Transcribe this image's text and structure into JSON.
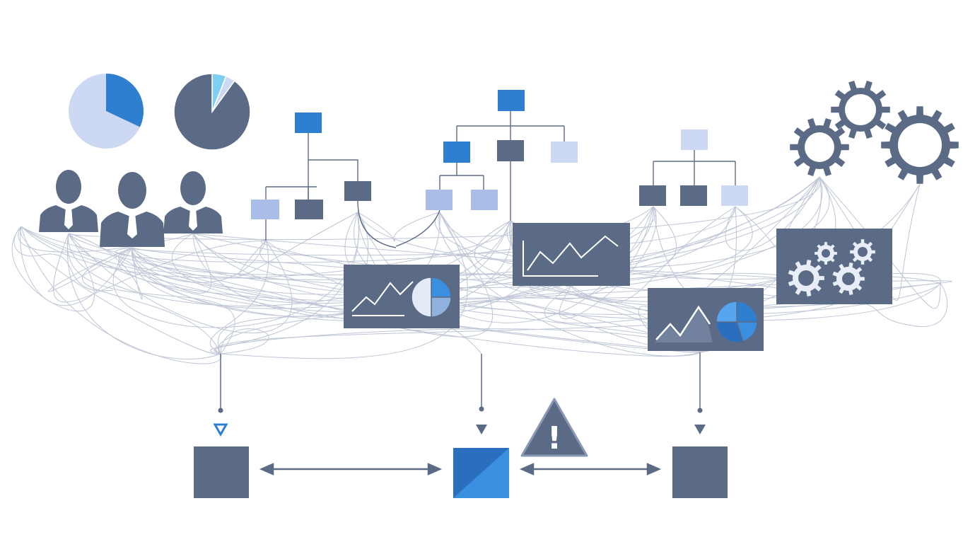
{
  "colors": {
    "slate": "#5b6b86",
    "slate_dark": "#4f5f7a",
    "blue": "#2f7fd0",
    "blue_bright": "#3a8fe0",
    "blue_light": "#a9bde6",
    "blue_pale": "#cdd9f2",
    "line": "#8a97b5",
    "background": "#ffffff"
  },
  "icons": {
    "people": "business-person-icon",
    "pie": "pie-chart-icon",
    "gear": "gear-icon",
    "chart": "line-chart-icon",
    "warning": "warning-triangle-icon",
    "hierarchy": "org-chart-icon"
  },
  "pie_left": {
    "slices": [
      0.32,
      0.68
    ]
  },
  "pie_right": {
    "slices": [
      0.06,
      0.04,
      0.9
    ]
  },
  "warning_symbol": "!"
}
